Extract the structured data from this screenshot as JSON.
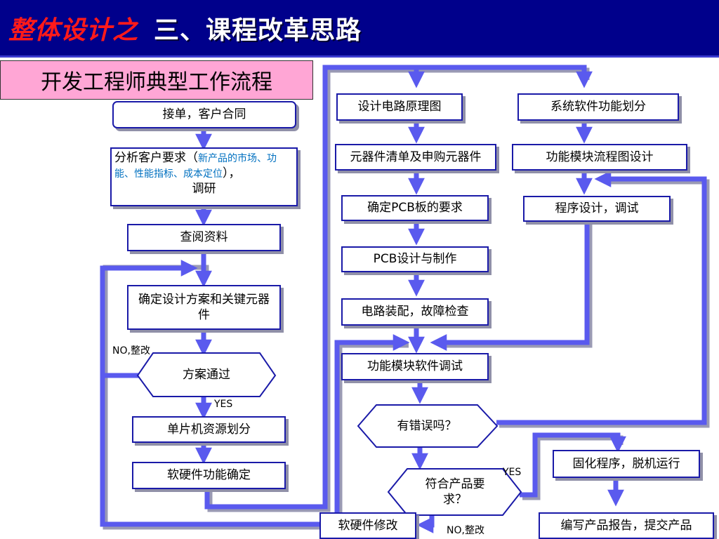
{
  "header": {
    "title_red": "整体设计之",
    "title_white": "三、课程改革思路"
  },
  "subtitle": "开发工程师典型工作流程",
  "left_column": {
    "n1": "接单，客户合同",
    "n2_a": "分析客户要求（",
    "n2_b": "新产品的市场、功能、性能指标、成本定位",
    "n2_c": "），",
    "n2_d": "调研",
    "n3": "查阅资料",
    "n4": "确定设计方案和关键元器件",
    "d1": "方案通过",
    "n5": "单片机资源划分",
    "n6": "软硬件功能确定"
  },
  "middle_column": {
    "m1": "设计电路原理图",
    "m2": "元器件清单及申购元器件",
    "m3": "确定PCB板的要求",
    "m4": "PCB设计与制作",
    "m5": "电路装配，故障检查",
    "m6": "功能模块软件调试",
    "d2": "有错误吗？",
    "d3": "符合产品要求？",
    "m7": "软硬件修改"
  },
  "right_column": {
    "r1": "系统软件功能划分",
    "r2": "功能模块流程图设计",
    "r3": "程序设计，调试",
    "r4": "固化程序，脱机运行",
    "r5": "编写产品报告，提交产品"
  },
  "edge_labels": {
    "no_fix_1": "NO,整改",
    "yes_1": "YES",
    "yes_2": "YES",
    "no_fix_2": "NO,整改"
  },
  "colors": {
    "title_bg": "#00008b",
    "subtitle_bg": "#ffa6d5",
    "arrow": "#5a5aee",
    "box_border": "#1a1aa8"
  }
}
